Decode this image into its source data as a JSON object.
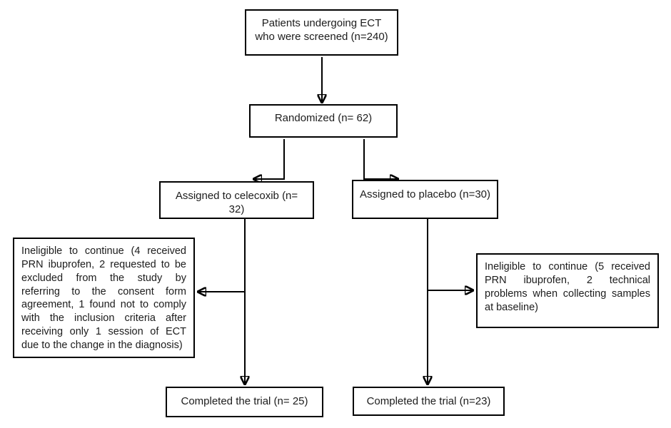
{
  "diagram": {
    "type": "flowchart",
    "description": "Clinical trial participant flow diagram",
    "colors": {
      "background": "#ffffff",
      "box_border": "#000000",
      "text": "#1c1c1c",
      "arrow": "#000000"
    },
    "nodes": {
      "screened": {
        "label": "Patients undergoing ECT who were screened (n=240)"
      },
      "randomized": {
        "label": "Randomized (n= 62)"
      },
      "celecoxib": {
        "label": "Assigned to celecoxib (n= 32)"
      },
      "placebo": {
        "label": "Assigned to placebo (n=30)"
      },
      "ineligible_left": {
        "label": "Ineligible to continue (4 received PRN ibuprofen, 2 requested to be excluded from the study by referring to the consent form agreement, 1 found not to comply with the inclusion criteria after receiving only 1 session of ECT due to the change in the diagnosis)"
      },
      "ineligible_right": {
        "label": "Ineligible to continue (5 received PRN ibuprofen, 2 technical problems when collecting samples at baseline)"
      },
      "completed_left": {
        "label": "Completed the trial (n= 25)"
      },
      "completed_right": {
        "label": "Completed the trial (n=23)"
      }
    }
  }
}
